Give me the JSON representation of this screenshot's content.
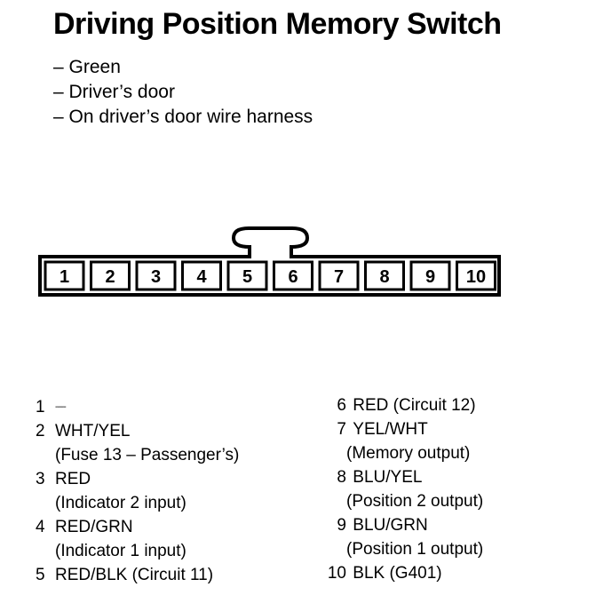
{
  "title": "Driving Position Memory Switch",
  "notes": [
    "– Green",
    "– Driver’s door",
    "– On driver’s door wire harness"
  ],
  "connector": {
    "pins": [
      "1",
      "2",
      "3",
      "4",
      "5",
      "6",
      "7",
      "8",
      "9",
      "10"
    ]
  },
  "legend_left": [
    {
      "num": "1",
      "wire": "-----",
      "desc": ""
    },
    {
      "num": "2",
      "wire": "WHT/YEL",
      "desc": "(Fuse 13 – Passenger’s)"
    },
    {
      "num": "3",
      "wire": "RED",
      "desc": "(Indicator 2 input)"
    },
    {
      "num": "4",
      "wire": "RED/GRN",
      "desc": "(Indicator 1 input)"
    },
    {
      "num": "5",
      "wire": "RED/BLK (Circuit 11)",
      "desc": ""
    }
  ],
  "legend_right": [
    {
      "num": "6",
      "wire": "RED (Circuit 12)",
      "desc": ""
    },
    {
      "num": "7",
      "wire": "YEL/WHT",
      "desc": "(Memory output)"
    },
    {
      "num": "8",
      "wire": "BLU/YEL",
      "desc": "(Position 2 output)"
    },
    {
      "num": "9",
      "wire": "BLU/GRN",
      "desc": "(Position 1 output)"
    },
    {
      "num": "10",
      "wire": "BLK (G401)",
      "desc": ""
    }
  ]
}
